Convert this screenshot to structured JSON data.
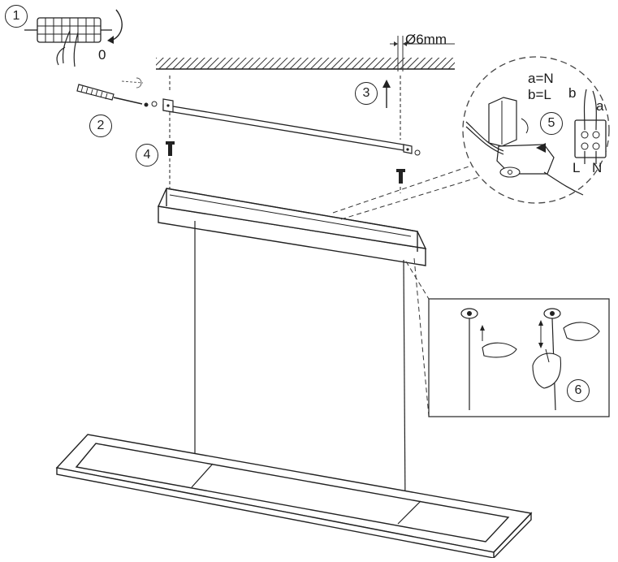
{
  "steps": [
    "1",
    "2",
    "3",
    "4",
    "5",
    "6"
  ],
  "labels": {
    "switch_off": "0",
    "hole_diameter": "Ø6mm",
    "wire_a": "a=N",
    "wire_b": "b=L",
    "letter_a": "a",
    "letter_b": "b",
    "terminal_l": "L",
    "terminal_n": "N"
  }
}
